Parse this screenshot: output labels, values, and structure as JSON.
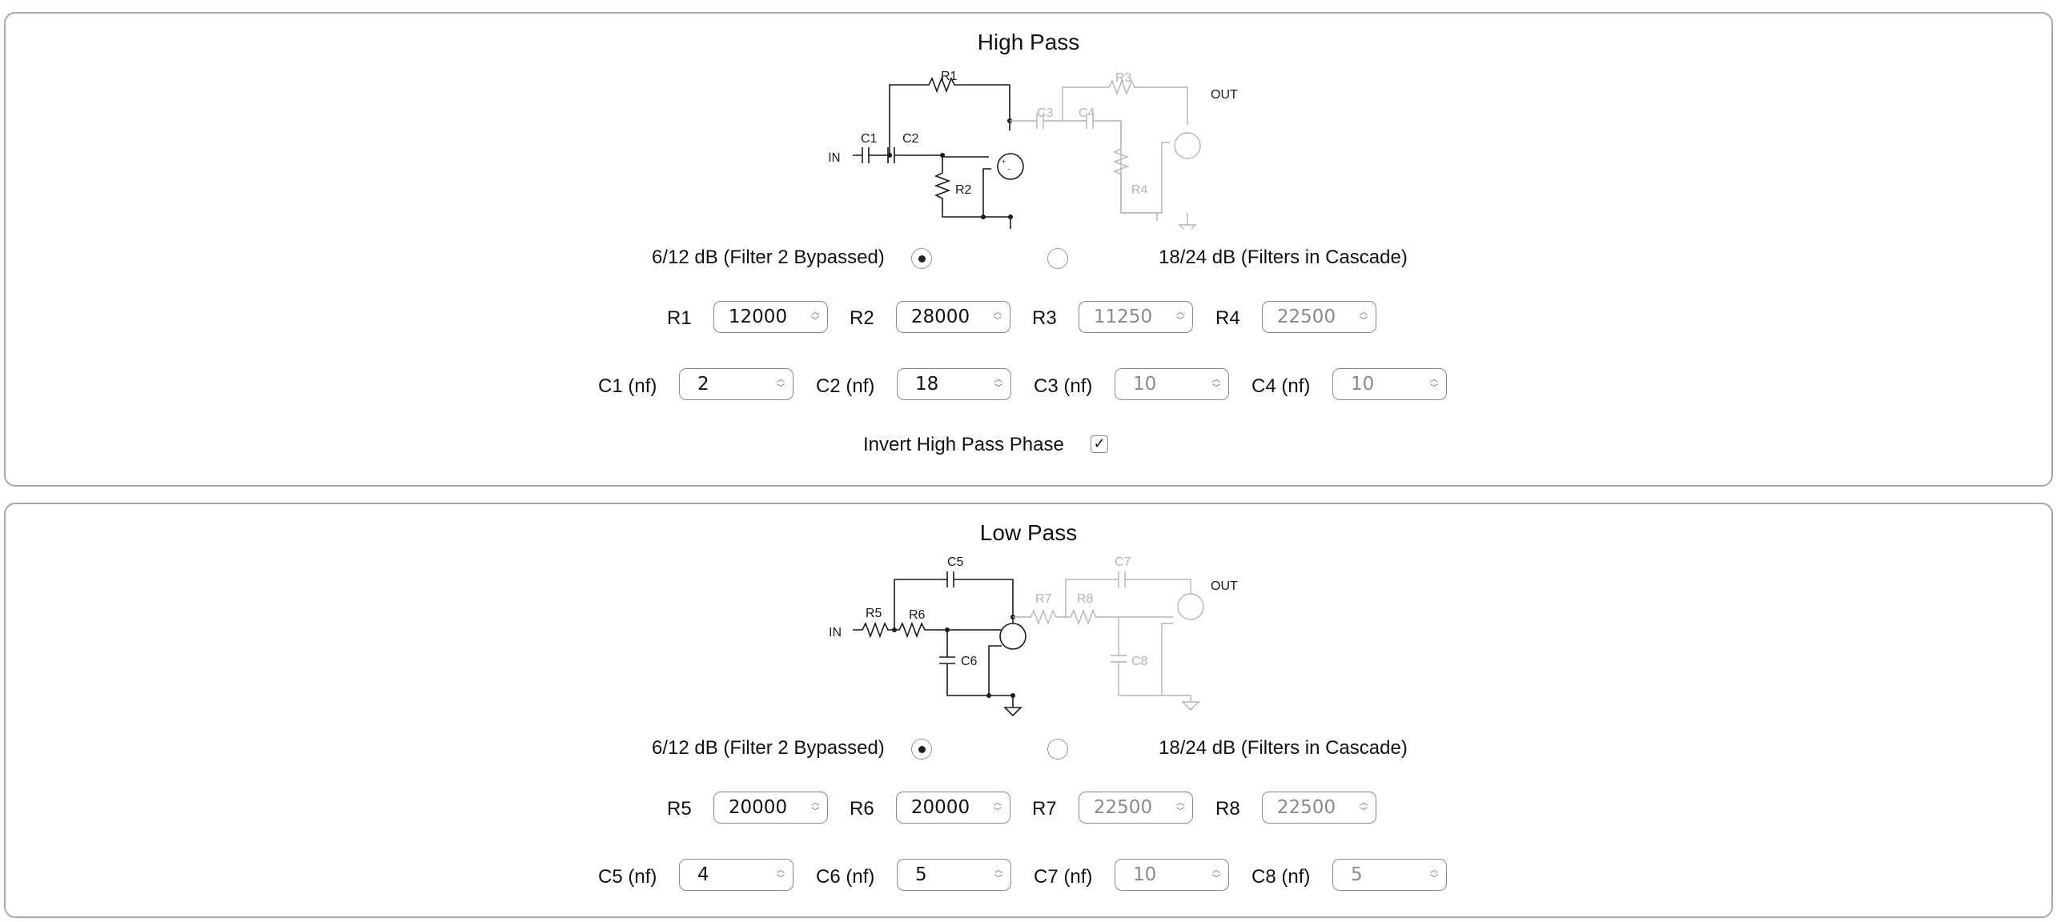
{
  "high_pass": {
    "title": "High Pass",
    "schematic": {
      "in": "IN",
      "out": "OUT",
      "r1": "R1",
      "r2": "R2",
      "r3": "R3",
      "r4": "R4",
      "c1": "C1",
      "c2": "C2",
      "c3": "C3",
      "c4": "C4"
    },
    "mode_option_1": "6/12 dB (Filter 2 Bypassed)",
    "mode_option_2": "18/24 dB (Filters in Cascade)",
    "selected_mode": "6/12 dB (Filter 2 Bypassed)",
    "r1": {
      "label": "R1",
      "value": "12000"
    },
    "r2": {
      "label": "R2",
      "value": "28000"
    },
    "r3": {
      "label": "R3",
      "value": "11250"
    },
    "r4": {
      "label": "R4",
      "value": "22500"
    },
    "c1": {
      "label": "C1 (nf)",
      "value": "2"
    },
    "c2": {
      "label": "C2 (nf)",
      "value": "18"
    },
    "c3": {
      "label": "C3 (nf)",
      "value": "10"
    },
    "c4": {
      "label": "C4 (nf)",
      "value": "10"
    },
    "invert_label": "Invert High Pass Phase",
    "invert_checked": true,
    "invert_mark": "✓"
  },
  "low_pass": {
    "title": "Low Pass",
    "schematic": {
      "in": "IN",
      "out": "OUT",
      "r5": "R5",
      "r6": "R6",
      "r7": "R7",
      "r8": "R8",
      "c5": "C5",
      "c6": "C6",
      "c7": "C7",
      "c8": "C8"
    },
    "mode_option_1": "6/12 dB (Filter 2 Bypassed)",
    "mode_option_2": "18/24 dB (Filters in Cascade)",
    "selected_mode": "6/12 dB (Filter 2 Bypassed)",
    "r5": {
      "label": "R5",
      "value": "20000"
    },
    "r6": {
      "label": "R6",
      "value": "20000"
    },
    "r7": {
      "label": "R7",
      "value": "22500"
    },
    "r8": {
      "label": "R8",
      "value": "22500"
    },
    "c5": {
      "label": "C5 (nf)",
      "value": "4"
    },
    "c6": {
      "label": "C6 (nf)",
      "value": "5"
    },
    "c7": {
      "label": "C7 (nf)",
      "value": "10"
    },
    "c8": {
      "label": "C8 (nf)",
      "value": "5"
    }
  },
  "colors": {
    "active_wire": "#1a1a1a",
    "disabled_wire": "#b4b4b4",
    "panel_border": "#a8a8a8"
  },
  "icons": {
    "stepper": "up-down-chevron-icon",
    "ground": "ground-icon",
    "opamp": "opamp-icon"
  }
}
